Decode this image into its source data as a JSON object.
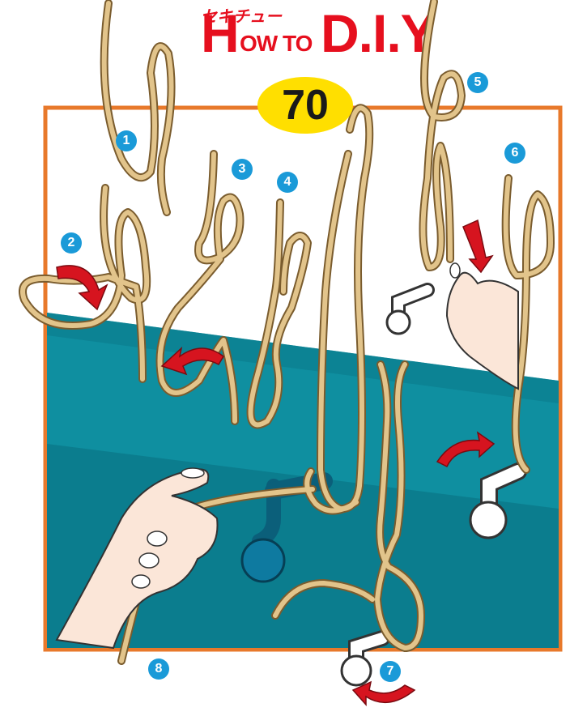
{
  "header": {
    "brand_kana": "セキチュー",
    "title_h": "H",
    "title_ow_to": "OW TO",
    "title_diy": "D.I.Y",
    "issue_number": "70"
  },
  "steps": [
    "1",
    "2",
    "3",
    "4",
    "5",
    "6",
    "7",
    "8"
  ],
  "icons": {
    "arrow": "curved-red-arrow-icon",
    "hand": "hand-icon",
    "faucet": "faucet-icon"
  },
  "colors": {
    "frame": "#e8792b",
    "wall": "#0f8fa0",
    "wall_dark": "#0a6f80",
    "rope": "#e2c48b",
    "rope_outline": "#7a5c2e",
    "arrow": "#d6141f",
    "step_badge": "#1a9ad8",
    "issue_badge": "#ffdf00",
    "title": "#e60f1e"
  }
}
